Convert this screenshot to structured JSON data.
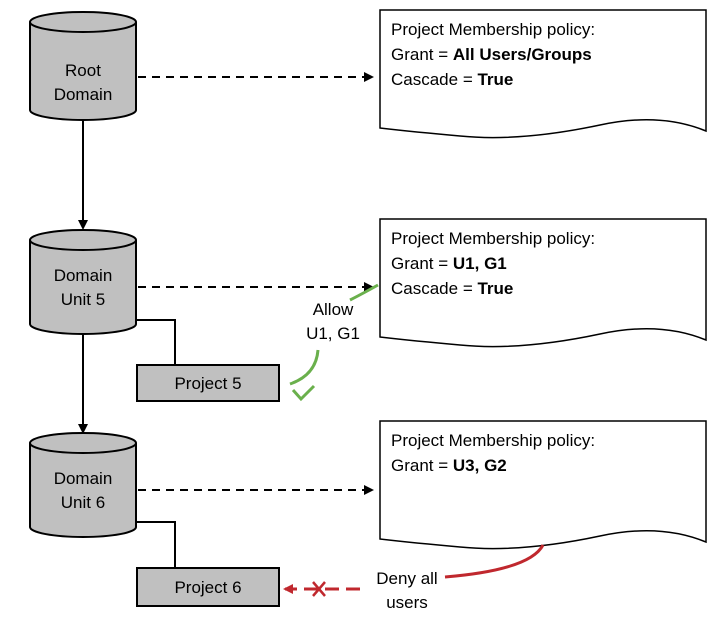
{
  "diagram": {
    "nodes": {
      "root_domain": {
        "line1": "Root",
        "line2": "Domain"
      },
      "domain_unit_5": {
        "line1": "Domain",
        "line2": "Unit 5"
      },
      "domain_unit_6": {
        "line1": "Domain",
        "line2": "Unit 6"
      },
      "project_5": {
        "label": "Project 5"
      },
      "project_6": {
        "label": "Project 6"
      }
    },
    "policies": [
      {
        "title": "Project Membership policy:",
        "grant_prefix": "Grant = ",
        "grant_value": "All Users/Groups",
        "cascade_prefix": "Cascade = ",
        "cascade_value": "True"
      },
      {
        "title": "Project Membership policy:",
        "grant_prefix": "Grant = ",
        "grant_value": "U1, G1",
        "cascade_prefix": "Cascade = ",
        "cascade_value": "True"
      },
      {
        "title": "Project Membership policy:",
        "grant_prefix": "Grant = ",
        "grant_value": "U3, G2"
      }
    ],
    "annotations": {
      "allow": {
        "line1": "Allow",
        "line2": "U1, G1",
        "color": "#6ab04c"
      },
      "deny": {
        "line1": "Deny all",
        "line2": "users",
        "color": "#c0282e"
      }
    },
    "colors": {
      "node_fill": "#c0c0c0",
      "stroke": "#000000"
    }
  }
}
